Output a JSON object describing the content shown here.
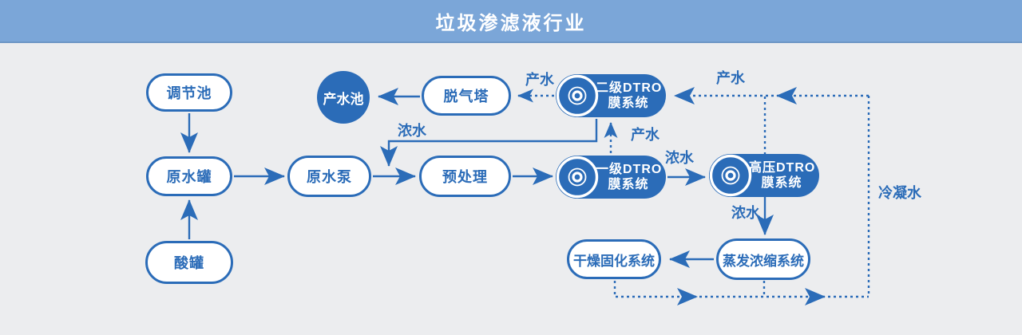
{
  "header": {
    "title": "垃圾渗滤液行业"
  },
  "colors": {
    "accent_blue": "#2b6cb8",
    "header_bg": "#7ba6d8",
    "canvas_bg": "#ecedef",
    "node_fill": "#ffffff"
  },
  "nodes": {
    "adjust_pool": {
      "label": "调节池"
    },
    "raw_water_tank": {
      "label": "原水罐"
    },
    "acid_tank": {
      "label": "酸罐"
    },
    "raw_water_pump": {
      "label": "原水泵"
    },
    "pretreatment": {
      "label": "预处理"
    },
    "degassing_tower": {
      "label": "脱气塔"
    },
    "product_water_pool": {
      "label": "产水池"
    },
    "dtro_stage2": {
      "line1": "二级DTRO",
      "line2": "膜系统"
    },
    "dtro_stage1": {
      "line1": "一级DTRO",
      "line2": "膜系统"
    },
    "dtro_high_pressure": {
      "line1": "高压DTRO",
      "line2": "膜系统"
    },
    "drying_solidification": {
      "label": "干燥固化系统"
    },
    "evaporation_concentration": {
      "label": "蒸发浓缩系统"
    }
  },
  "flow_labels": {
    "product_water": "产水",
    "concentrate": "浓水",
    "condensate": "冷凝水"
  }
}
